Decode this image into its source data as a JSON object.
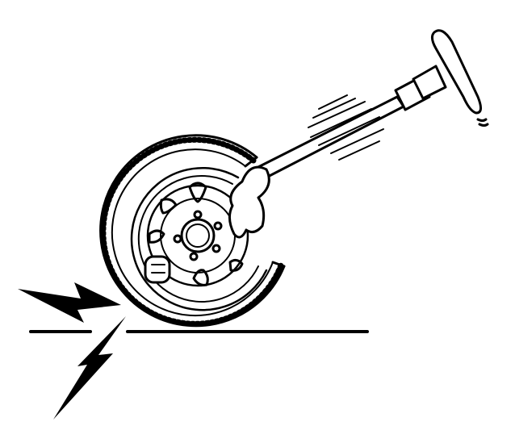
{
  "colors": {
    "stroke": "#000000",
    "background": "#ffffff",
    "fill_light": "#ffffff"
  },
  "icons": [
    "wheel-tire",
    "steering-wheel",
    "steering-column",
    "hand",
    "lightning-bolt",
    "ground-line",
    "vibration-lines"
  ]
}
